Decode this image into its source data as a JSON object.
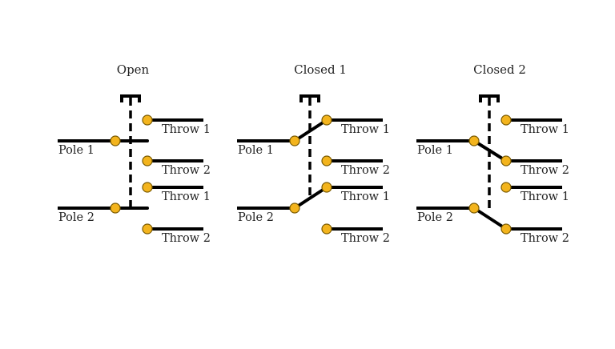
{
  "colors": {
    "contact": "#f3b41d",
    "line": "#000000",
    "background": "#ffffff"
  },
  "states": [
    {
      "title": "Open",
      "pole1": "Pole 1",
      "pole2": "Pole 2",
      "throw1a": "Throw 1",
      "throw2a": "Throw 2",
      "throw1b": "Throw 1",
      "throw2b": "Throw 2",
      "connected_throw": "none"
    },
    {
      "title": "Closed 1",
      "pole1": "Pole 1",
      "pole2": "Pole 2",
      "throw1a": "Throw 1",
      "throw2a": "Throw 2",
      "throw1b": "Throw 1",
      "throw2b": "Throw 2",
      "connected_throw": "throw-1"
    },
    {
      "title": "Closed 2",
      "pole1": "Pole 1",
      "pole2": "Pole 2",
      "throw1a": "Throw 1",
      "throw2a": "Throw 2",
      "throw1b": "Throw 1",
      "throw2b": "Throw 2",
      "connected_throw": "throw-2"
    }
  ]
}
